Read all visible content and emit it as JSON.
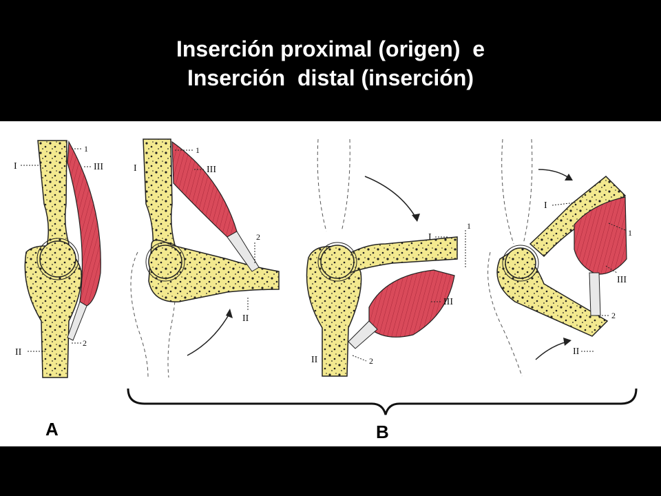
{
  "slide": {
    "title_line1": "Inserción proximal (origen)  e",
    "title_line2": "Inserción  distal (inserción)"
  },
  "figure": {
    "panel_a": "A",
    "panel_b": "B",
    "labels": {
      "roman_1": "I",
      "roman_2": "II",
      "roman_3": "III",
      "num_1": "1",
      "num_2": "2"
    },
    "colors": {
      "bone": "#f3e98f",
      "bone_outline": "#222222",
      "muscle": "#d94a5a",
      "muscle_fiber": "#a8283a",
      "tendon": "#e8e8e8",
      "background": "#ffffff"
    }
  }
}
